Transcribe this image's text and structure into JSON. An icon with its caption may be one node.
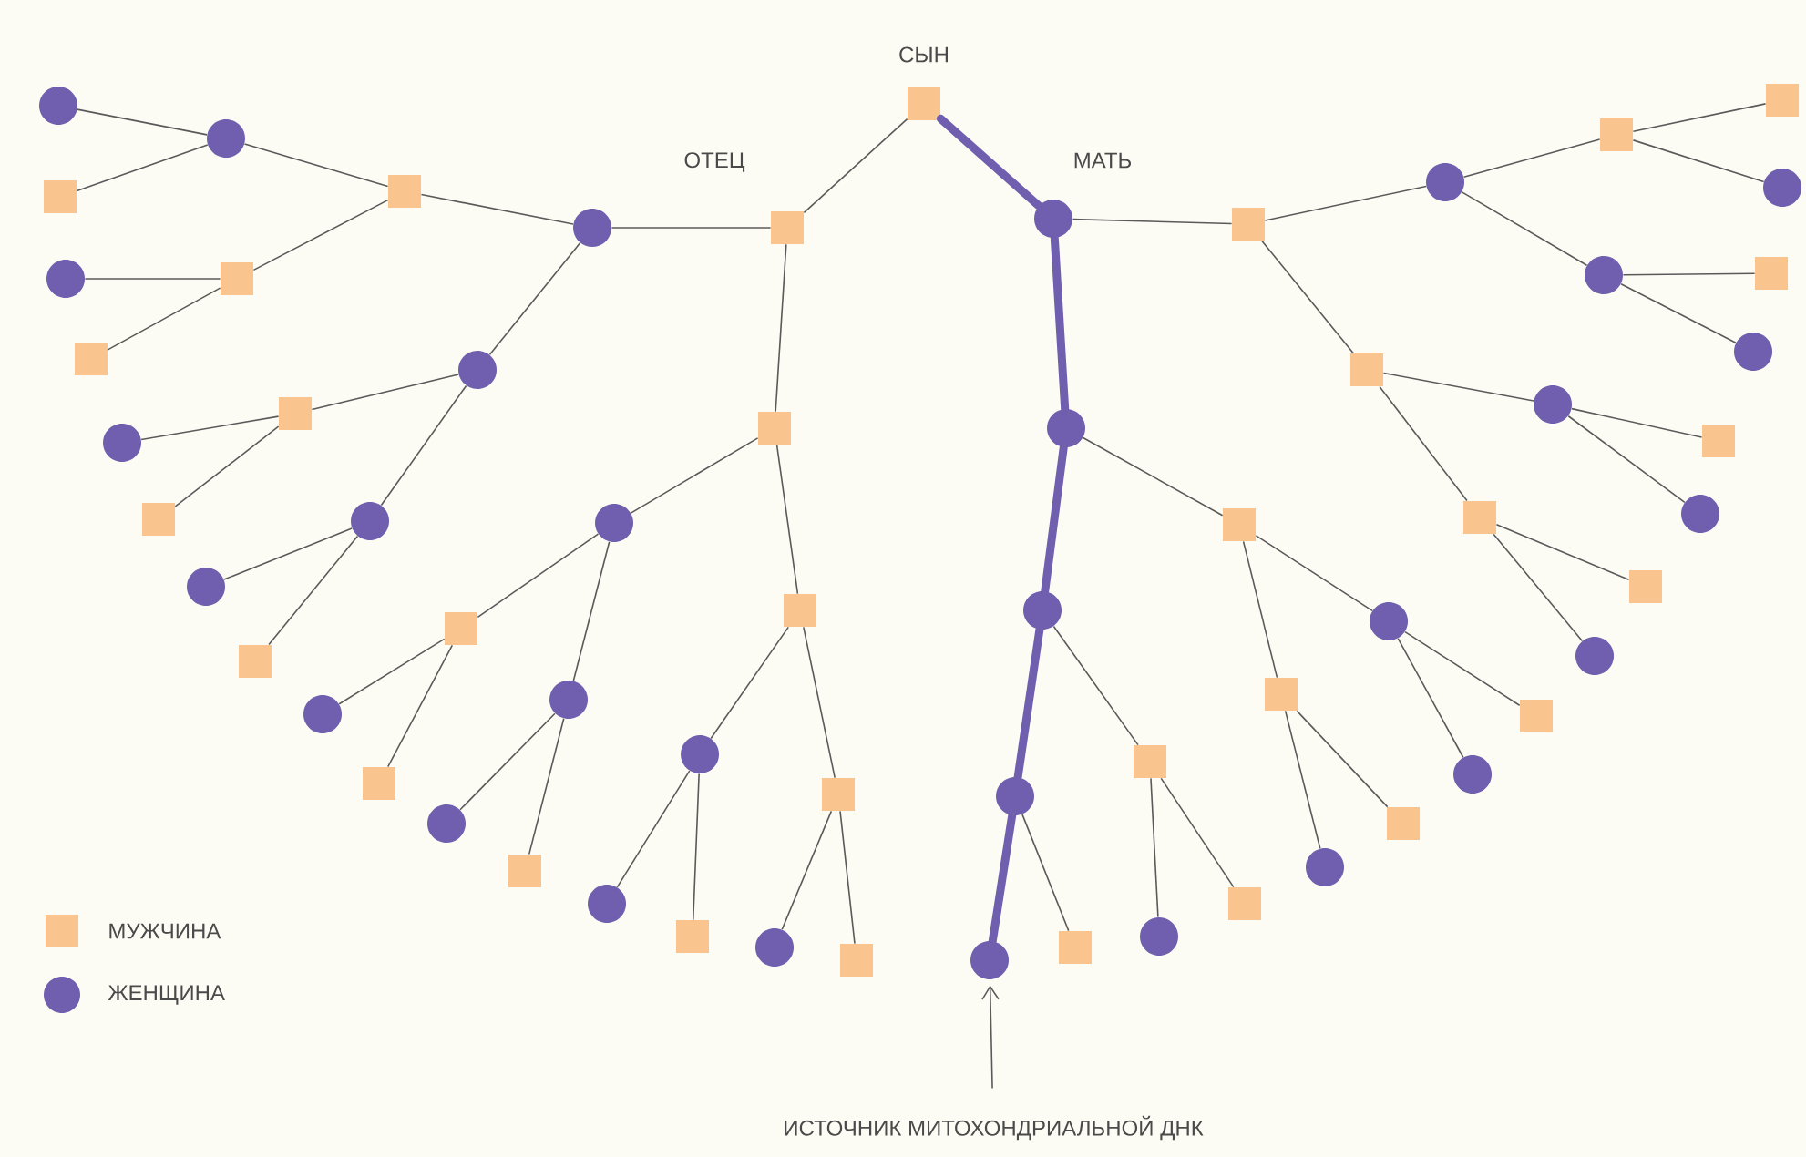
{
  "diagram": {
    "nodes": [
      {
        "text": [],
        "shape": "box",
        "beside": [
          "СЫН"
        ]
      },
      {
        "text": [],
        "shape": "box",
        "beside": [
          "ОТЕЦ"
        ]
      },
      {
        "text": [],
        "shape": "circle",
        "beside": [
          "МАТЬ"
        ]
      },
      {
        "text": [],
        "shape": "box"
      },
      {
        "text": [],
        "shape": "circle"
      },
      {
        "text": [],
        "shape": "box"
      },
      {
        "text": [],
        "shape": "circle"
      },
      {
        "text": [],
        "shape": "box"
      },
      {
        "text": [],
        "shape": "circle"
      },
      {
        "text": [],
        "shape": "box"
      },
      {
        "text": [],
        "shape": "circle"
      },
      {
        "text": [],
        "shape": "box"
      },
      {
        "text": [],
        "shape": "circle"
      },
      {
        "text": [],
        "shape": "box"
      },
      {
        "text": [],
        "shape": "circle"
      },
      {
        "text": [],
        "shape": "box"
      },
      {
        "text": [],
        "shape": "circle"
      },
      {
        "text": [],
        "shape": "box"
      },
      {
        "text": [],
        "shape": "circle"
      },
      {
        "text": [],
        "shape": "box"
      },
      {
        "text": [],
        "shape": "circle"
      },
      {
        "text": [],
        "shape": "box"
      },
      {
        "text": [],
        "shape": "circle"
      },
      {
        "text": [],
        "shape": "box"
      },
      {
        "text": [],
        "shape": "circle"
      },
      {
        "text": [],
        "shape": "box"
      },
      {
        "text": [],
        "shape": "circle"
      },
      {
        "text": [],
        "shape": "box"
      },
      {
        "text": [],
        "shape": "circle"
      },
      {
        "text": [],
        "shape": "box"
      },
      {
        "text": [],
        "shape": "circle"
      },
      {
        "text": [],
        "shape": "box"
      },
      {
        "text": [],
        "shape": "circle"
      },
      {
        "text": [],
        "shape": "box"
      },
      {
        "text": [],
        "shape": "circle"
      },
      {
        "text": [],
        "shape": "box"
      },
      {
        "text": [],
        "shape": "circle"
      },
      {
        "text": [],
        "shape": "box"
      },
      {
        "text": [],
        "shape": "circle"
      },
      {
        "text": [],
        "shape": "box"
      },
      {
        "text": [],
        "shape": "circle"
      },
      {
        "text": [],
        "shape": "box"
      },
      {
        "text": [],
        "shape": "circle"
      },
      {
        "text": [],
        "shape": "box"
      },
      {
        "text": [],
        "shape": "circle"
      },
      {
        "text": [],
        "shape": "box"
      },
      {
        "text": [],
        "shape": "circle"
      },
      {
        "text": [],
        "shape": "box"
      },
      {
        "text": [],
        "shape": "circle"
      },
      {
        "text": [],
        "shape": "box"
      },
      {
        "text": [],
        "shape": "circle"
      },
      {
        "text": [],
        "shape": "box"
      },
      {
        "text": [],
        "shape": "circle"
      },
      {
        "text": [],
        "shape": "box"
      },
      {
        "text": [],
        "shape": "circle"
      },
      {
        "text": [],
        "shape": "box"
      },
      {
        "text": [],
        "shape": "circle"
      },
      {
        "text": [],
        "shape": "box"
      },
      {
        "text": [],
        "shape": "circle"
      },
      {
        "text": [],
        "shape": "box"
      },
      {
        "text": [],
        "shape": "circle"
      },
      {
        "text": [],
        "shape": "box"
      },
      {
        "text": [],
        "shape": "circle"
      },
      {
        "text": [
          "ИСТОЧНИК МИТОХОНДРИАЛЬНОЙ ДНК"
        ]
      }
    ],
    "edges": [
      {
        "from": 0,
        "to": 1,
        "arrow": "none"
      },
      {
        "from": 0,
        "to": 2,
        "arrow": "none",
        "style": "thick",
        "color": "#6f5fae"
      },
      {
        "from": 1,
        "to": 3,
        "arrow": "none"
      },
      {
        "from": 1,
        "to": 4,
        "arrow": "none"
      },
      {
        "from": 2,
        "to": 5,
        "arrow": "none"
      },
      {
        "from": 2,
        "to": 6,
        "arrow": "none",
        "style": "thick",
        "color": "#6f5fae"
      },
      {
        "from": 3,
        "to": 7,
        "arrow": "none"
      },
      {
        "from": 3,
        "to": 8,
        "arrow": "none"
      },
      {
        "from": 4,
        "to": 9,
        "arrow": "none"
      },
      {
        "from": 4,
        "to": 10,
        "arrow": "none"
      },
      {
        "from": 5,
        "to": 11,
        "arrow": "none"
      },
      {
        "from": 5,
        "to": 12,
        "arrow": "none"
      },
      {
        "from": 6,
        "to": 13,
        "arrow": "none"
      },
      {
        "from": 6,
        "to": 14,
        "arrow": "none",
        "style": "thick",
        "color": "#6f5fae"
      },
      {
        "from": 7,
        "to": 15,
        "arrow": "none"
      },
      {
        "from": 7,
        "to": 16,
        "arrow": "none"
      },
      {
        "from": 8,
        "to": 17,
        "arrow": "none"
      },
      {
        "from": 8,
        "to": 18,
        "arrow": "none"
      },
      {
        "from": 9,
        "to": 19,
        "arrow": "none"
      },
      {
        "from": 9,
        "to": 20,
        "arrow": "none"
      },
      {
        "from": 10,
        "to": 21,
        "arrow": "none"
      },
      {
        "from": 10,
        "to": 22,
        "arrow": "none"
      },
      {
        "from": 11,
        "to": 23,
        "arrow": "none"
      },
      {
        "from": 11,
        "to": 24,
        "arrow": "none"
      },
      {
        "from": 12,
        "to": 25,
        "arrow": "none"
      },
      {
        "from": 12,
        "to": 26,
        "arrow": "none"
      },
      {
        "from": 13,
        "to": 27,
        "arrow": "none"
      },
      {
        "from": 13,
        "to": 28,
        "arrow": "none"
      },
      {
        "from": 14,
        "to": 29,
        "arrow": "none"
      },
      {
        "from": 14,
        "to": 30,
        "arrow": "none",
        "style": "thick",
        "color": "#6f5fae"
      },
      {
        "from": 15,
        "to": 31,
        "arrow": "none"
      },
      {
        "from": 15,
        "to": 32,
        "arrow": "none"
      },
      {
        "from": 16,
        "to": 33,
        "arrow": "none"
      },
      {
        "from": 16,
        "to": 34,
        "arrow": "none"
      },
      {
        "from": 17,
        "to": 35,
        "arrow": "none"
      },
      {
        "from": 17,
        "to": 36,
        "arrow": "none"
      },
      {
        "from": 18,
        "to": 37,
        "arrow": "none"
      },
      {
        "from": 18,
        "to": 38,
        "arrow": "none"
      },
      {
        "from": 19,
        "to": 39,
        "arrow": "none"
      },
      {
        "from": 19,
        "to": 40,
        "arrow": "none"
      },
      {
        "from": 20,
        "to": 41,
        "arrow": "none"
      },
      {
        "from": 20,
        "to": 42,
        "arrow": "none"
      },
      {
        "from": 21,
        "to": 43,
        "arrow": "none"
      },
      {
        "from": 21,
        "to": 44,
        "arrow": "none"
      },
      {
        "from": 22,
        "to": 45,
        "arrow": "none"
      },
      {
        "from": 22,
        "to": 46,
        "arrow": "none"
      },
      {
        "from": 23,
        "to": 47,
        "arrow": "none"
      },
      {
        "from": 23,
        "to": 48,
        "arrow": "none"
      },
      {
        "from": 24,
        "to": 49,
        "arrow": "none"
      },
      {
        "from": 24,
        "to": 50,
        "arrow": "none"
      },
      {
        "from": 25,
        "to": 51,
        "arrow": "none"
      },
      {
        "from": 25,
        "to": 52,
        "arrow": "none"
      },
      {
        "from": 26,
        "to": 53,
        "arrow": "none"
      },
      {
        "from": 26,
        "to": 54,
        "arrow": "none"
      },
      {
        "from": 27,
        "to": 55,
        "arrow": "none"
      },
      {
        "from": 27,
        "to": 56,
        "arrow": "none"
      },
      {
        "from": 28,
        "to": 57,
        "arrow": "none"
      },
      {
        "from": 28,
        "to": 58,
        "arrow": "none"
      },
      {
        "from": 29,
        "to": 59,
        "arrow": "none"
      },
      {
        "from": 29,
        "to": 60,
        "arrow": "none"
      },
      {
        "from": 30,
        "to": 61,
        "arrow": "none"
      },
      {
        "from": 30,
        "to": 62,
        "arrow": "none",
        "style": "thick",
        "color": "#6f5fae"
      },
      {
        "from": 63,
        "to": 62,
        "arrow": "to"
      }
    ],
    "legend": [
      {
        "text": "МУЖЧИНА",
        "color": "#f9c48e"
      },
      {
        "text": "ЖЕНЩИНА",
        "color": "#6f5fae"
      }
    ]
  }
}
